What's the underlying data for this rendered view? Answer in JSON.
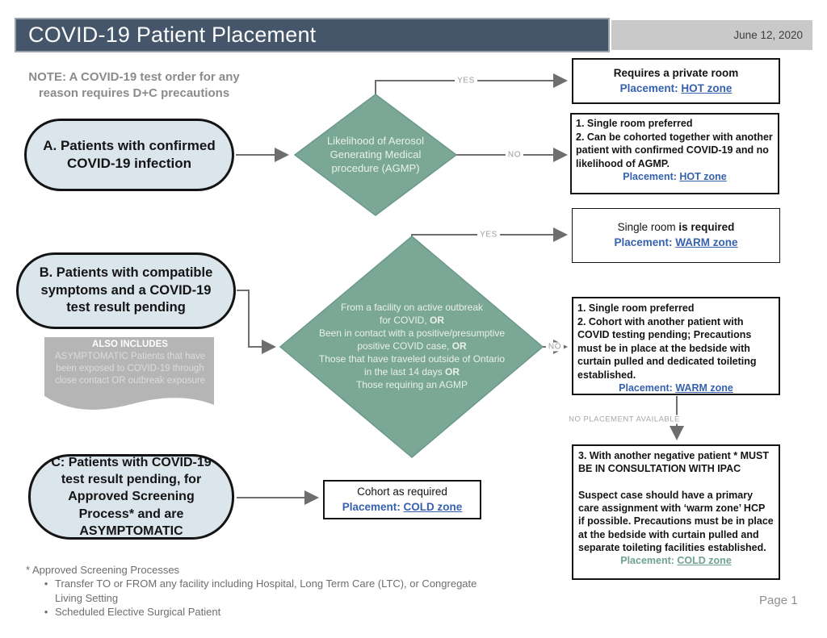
{
  "header": {
    "title": "COVID-19 Patient Placement",
    "date": "June 12, 2020"
  },
  "note": "NOTE: A COVID-19 test order for any\nreason  requires D+C precautions",
  "stadiums": {
    "a": "A. Patients with confirmed COVID-19 infection",
    "b": "B. Patients with compatible symptoms and a COVID-19 test result pending",
    "c": "C:  Patients with COVID-19 test result pending, for Approved Screening Process* and are ASYMPTOMATIC"
  },
  "also_includes": {
    "title": "ALSO INCLUDES",
    "body": "ASYMPTOMATIC Patients that have been exposed to COVID-19 through close contact OR outbreak exposure"
  },
  "diamond1": {
    "text": "Likelihood of Aerosol\nGenerating Medical\nprocedure (AGMP)"
  },
  "diamond2": {
    "lines": [
      {
        "t": "From a facility on active outbreak",
        "b": ""
      },
      {
        "t": "for COVID, ",
        "b": "OR"
      },
      {
        "t": "Been in contact with a positive/presumptive",
        "b": ""
      },
      {
        "t": "positive COVID case, ",
        "b": "OR"
      },
      {
        "t": "Those that have traveled outside of Ontario",
        "b": ""
      },
      {
        "t": "in the last 14 days ",
        "b": "OR"
      },
      {
        "t": "Those requiring an AGMP",
        "b": ""
      }
    ]
  },
  "labels": {
    "yes1": "YES",
    "no1": "NO",
    "yes2": "YES",
    "no2": "NO",
    "no_placement": "NO PLACEMENT AVAILABLE"
  },
  "boxes": {
    "hot1": {
      "body": "Requires a private room",
      "placement": "Placement: ",
      "zone": "HOT zone"
    },
    "hot2": {
      "body": "1. Single room preferred\n2. Can be cohorted together with another patient with confirmed COVID-19 and no likelihood of AGMP.",
      "placement": "Placement: ",
      "zone": "HOT zone"
    },
    "warm1": {
      "normal": "Single room ",
      "bold": "is required",
      "placement": "Placement: ",
      "zone": "WARM zone"
    },
    "warm2": {
      "body": " 1. Single room preferred\n 2. Cohort with another patient with COVID testing pending; Precautions must be in place at the bedside with curtain pulled and dedicated toileting established.",
      "placement": "Placement: ",
      "zone": "WARM zone"
    },
    "cold_big": {
      "body": "3.  With another negative patient * MUST BE IN CONSULTATION WITH IPAC\n\nSuspect case should have a primary care assignment with ‘warm zone’ HCP if possible. Precautions must be in place at the bedside with curtain pulled and separate toileting facilities established.",
      "placement": "Placement: ",
      "zone": "COLD zone"
    },
    "cohort": {
      "body": "Cohort as required",
      "placement": "Placement: ",
      "zone": "COLD zone"
    }
  },
  "footer": {
    "star_line": "* Approved Screening Processes",
    "bullet": "•",
    "items": [
      "Transfer TO or FROM any facility including Hospital, Long Term Care (LTC),  or Congregate\nLiving Setting",
      "Scheduled Elective Surgical Patient"
    ],
    "page": "Page 1"
  },
  "colors": {
    "header_bar": "#46566a",
    "date_strip": "#c9c9c9",
    "stadium_fill": "#dae5ec",
    "diamond_fill": "#7aa796",
    "wave_fill": "#b5b5b5",
    "link_blue": "#3661ad",
    "zone_teal": "#6fa291",
    "connector_gray": "#6e6e6e"
  }
}
